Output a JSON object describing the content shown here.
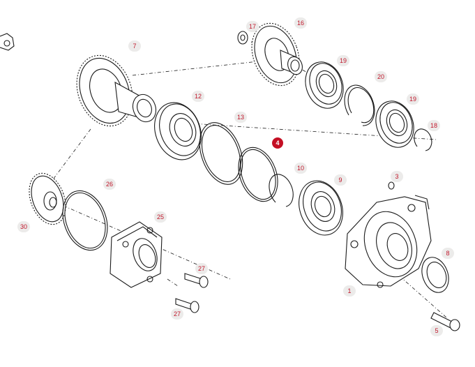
{
  "diagram": {
    "highlighted_callout": "4",
    "colors": {
      "callout_text": "#c0172b",
      "callout_bg": "#ecebea",
      "highlight_bg": "#c40f24",
      "line": "#1a1a1a"
    },
    "callouts": {
      "c1": "1",
      "c3": "3",
      "c4": "4",
      "c5": "5",
      "c7": "7",
      "c8": "8",
      "c9": "9",
      "c10": "10",
      "c12": "12",
      "c13": "13",
      "c16": "16",
      "c17": "17",
      "c18": "18",
      "c19a": "19",
      "c19b": "19",
      "c20": "20",
      "c25": "25",
      "c26": "26",
      "c27a": "27",
      "c27b": "27",
      "c30": "30"
    }
  }
}
